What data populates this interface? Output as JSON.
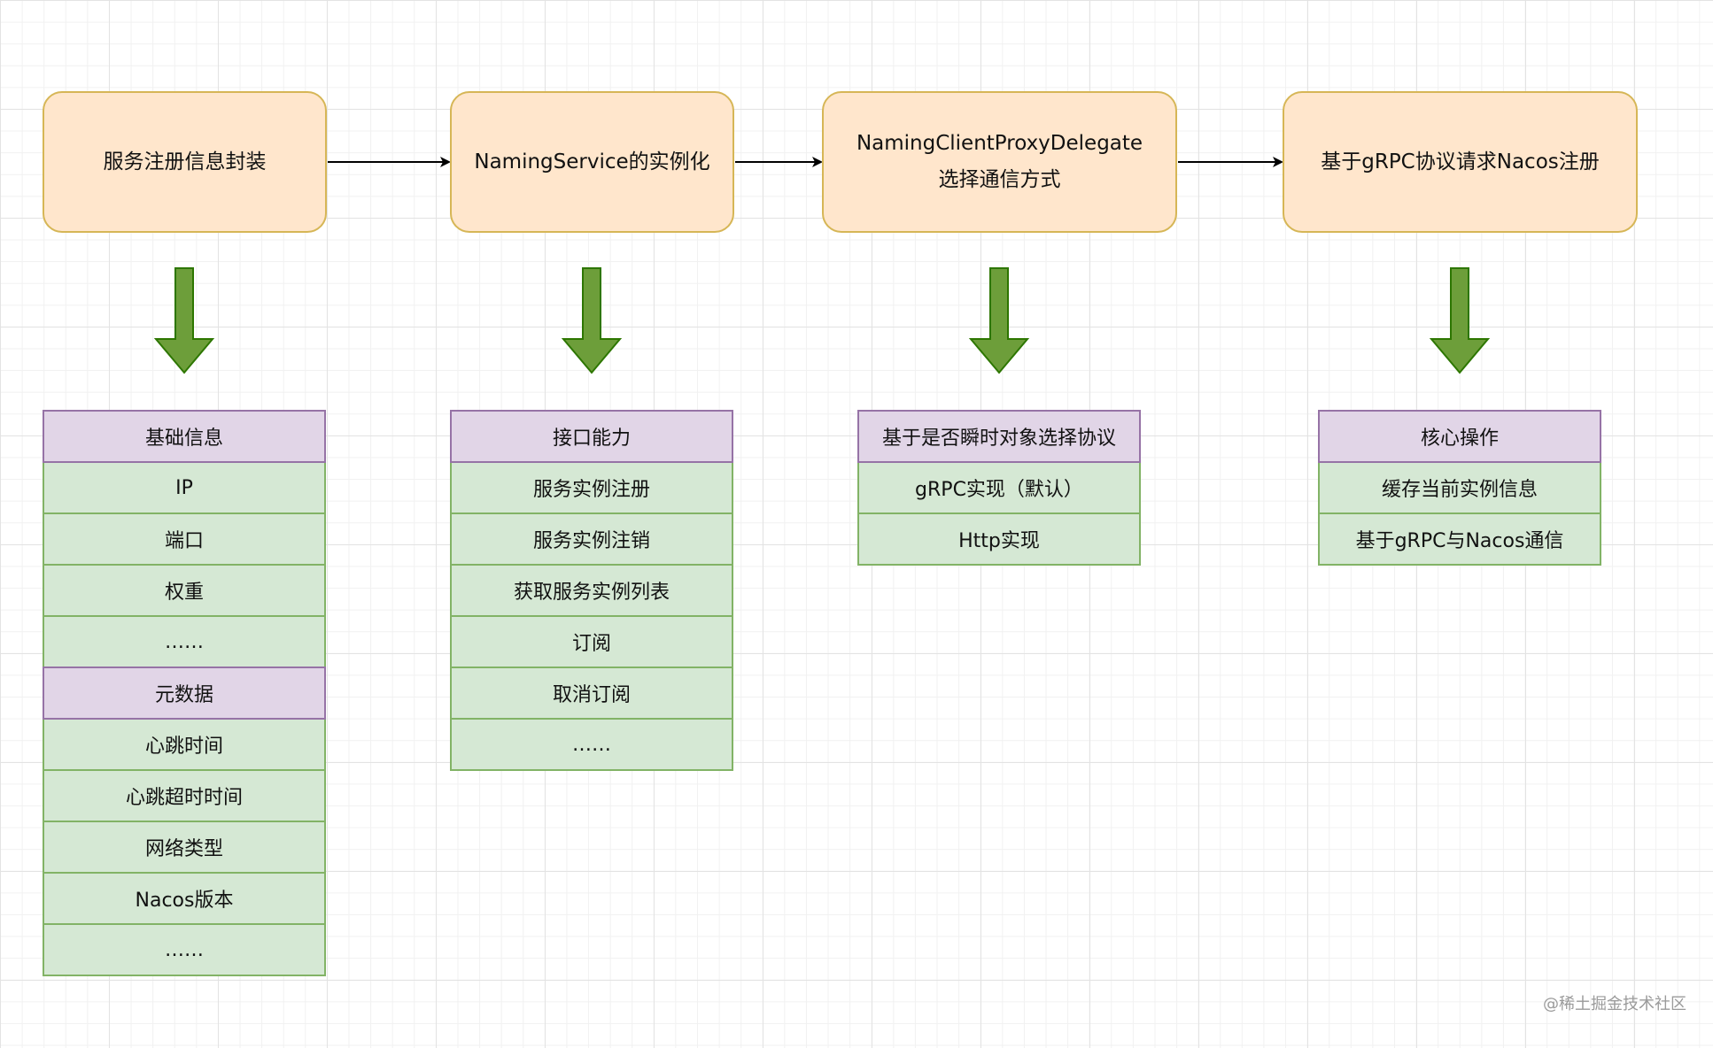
{
  "colors": {
    "step_fill": "#ffe6cc",
    "step_border": "#d6b656",
    "header_fill": "#e1d5e7",
    "header_border": "#9673a6",
    "item_fill": "#d5e8d4",
    "item_border": "#82b366",
    "down_arrow": "#6d9e3a",
    "down_arrow_outline": "#2d7600"
  },
  "steps": [
    {
      "lines": [
        "服务注册信息封装"
      ]
    },
    {
      "lines": [
        "NamingService的实例化"
      ]
    },
    {
      "lines": [
        "NamingClientProxyDelegate",
        "选择通信方式"
      ]
    },
    {
      "lines": [
        "基于gRPC协议请求Nacos注册"
      ]
    }
  ],
  "tables": [
    {
      "rows": [
        {
          "text": "基础信息",
          "kind": "header"
        },
        {
          "text": "IP",
          "kind": "item"
        },
        {
          "text": "端口",
          "kind": "item"
        },
        {
          "text": "权重",
          "kind": "item"
        },
        {
          "text": "……",
          "kind": "item"
        },
        {
          "text": "元数据",
          "kind": "header"
        },
        {
          "text": "心跳时间",
          "kind": "item"
        },
        {
          "text": "心跳超时时间",
          "kind": "item"
        },
        {
          "text": "网络类型",
          "kind": "item"
        },
        {
          "text": "Nacos版本",
          "kind": "item"
        },
        {
          "text": "……",
          "kind": "item"
        }
      ]
    },
    {
      "rows": [
        {
          "text": "接口能力",
          "kind": "header"
        },
        {
          "text": "服务实例注册",
          "kind": "item"
        },
        {
          "text": "服务实例注销",
          "kind": "item"
        },
        {
          "text": "获取服务实例列表",
          "kind": "item"
        },
        {
          "text": "订阅",
          "kind": "item"
        },
        {
          "text": "取消订阅",
          "kind": "item"
        },
        {
          "text": "……",
          "kind": "item"
        }
      ]
    },
    {
      "rows": [
        {
          "text": "基于是否瞬时对象选择协议",
          "kind": "header"
        },
        {
          "text": "gRPC实现（默认）",
          "kind": "item"
        },
        {
          "text": "Http实现",
          "kind": "item"
        }
      ]
    },
    {
      "rows": [
        {
          "text": "核心操作",
          "kind": "header"
        },
        {
          "text": "缓存当前实例信息",
          "kind": "item"
        },
        {
          "text": "基于gRPC与Nacos通信",
          "kind": "item"
        }
      ]
    }
  ],
  "watermark": "@稀土掘金技术社区"
}
